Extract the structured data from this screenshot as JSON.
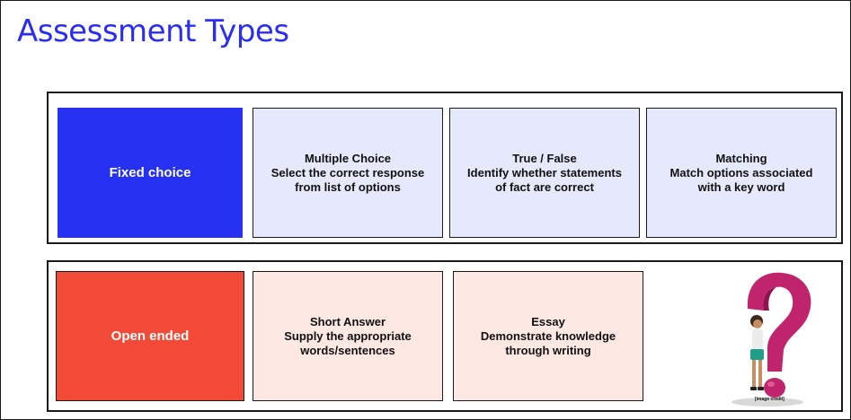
{
  "title": "Assessment Types",
  "groups": {
    "fixed": {
      "category": "Fixed choice",
      "color": "#2731f2",
      "items": [
        {
          "heading": "Multiple Choice",
          "desc": "Select the correct response from list of options"
        },
        {
          "heading": "True / False",
          "desc": "Identify whether statements of fact are correct"
        },
        {
          "heading": "Matching",
          "desc": "Match options associated with a key word"
        }
      ]
    },
    "open": {
      "category": "Open ended",
      "color": "#f24a36",
      "items": [
        {
          "heading": "Short Answer",
          "desc": "Supply the appropriate words/sentences"
        },
        {
          "heading": "Essay",
          "desc": "Demonstrate knowledge through writing"
        }
      ]
    }
  },
  "illustration": {
    "icon": "question-mark-person-illustration",
    "caption": "[image credit]"
  }
}
